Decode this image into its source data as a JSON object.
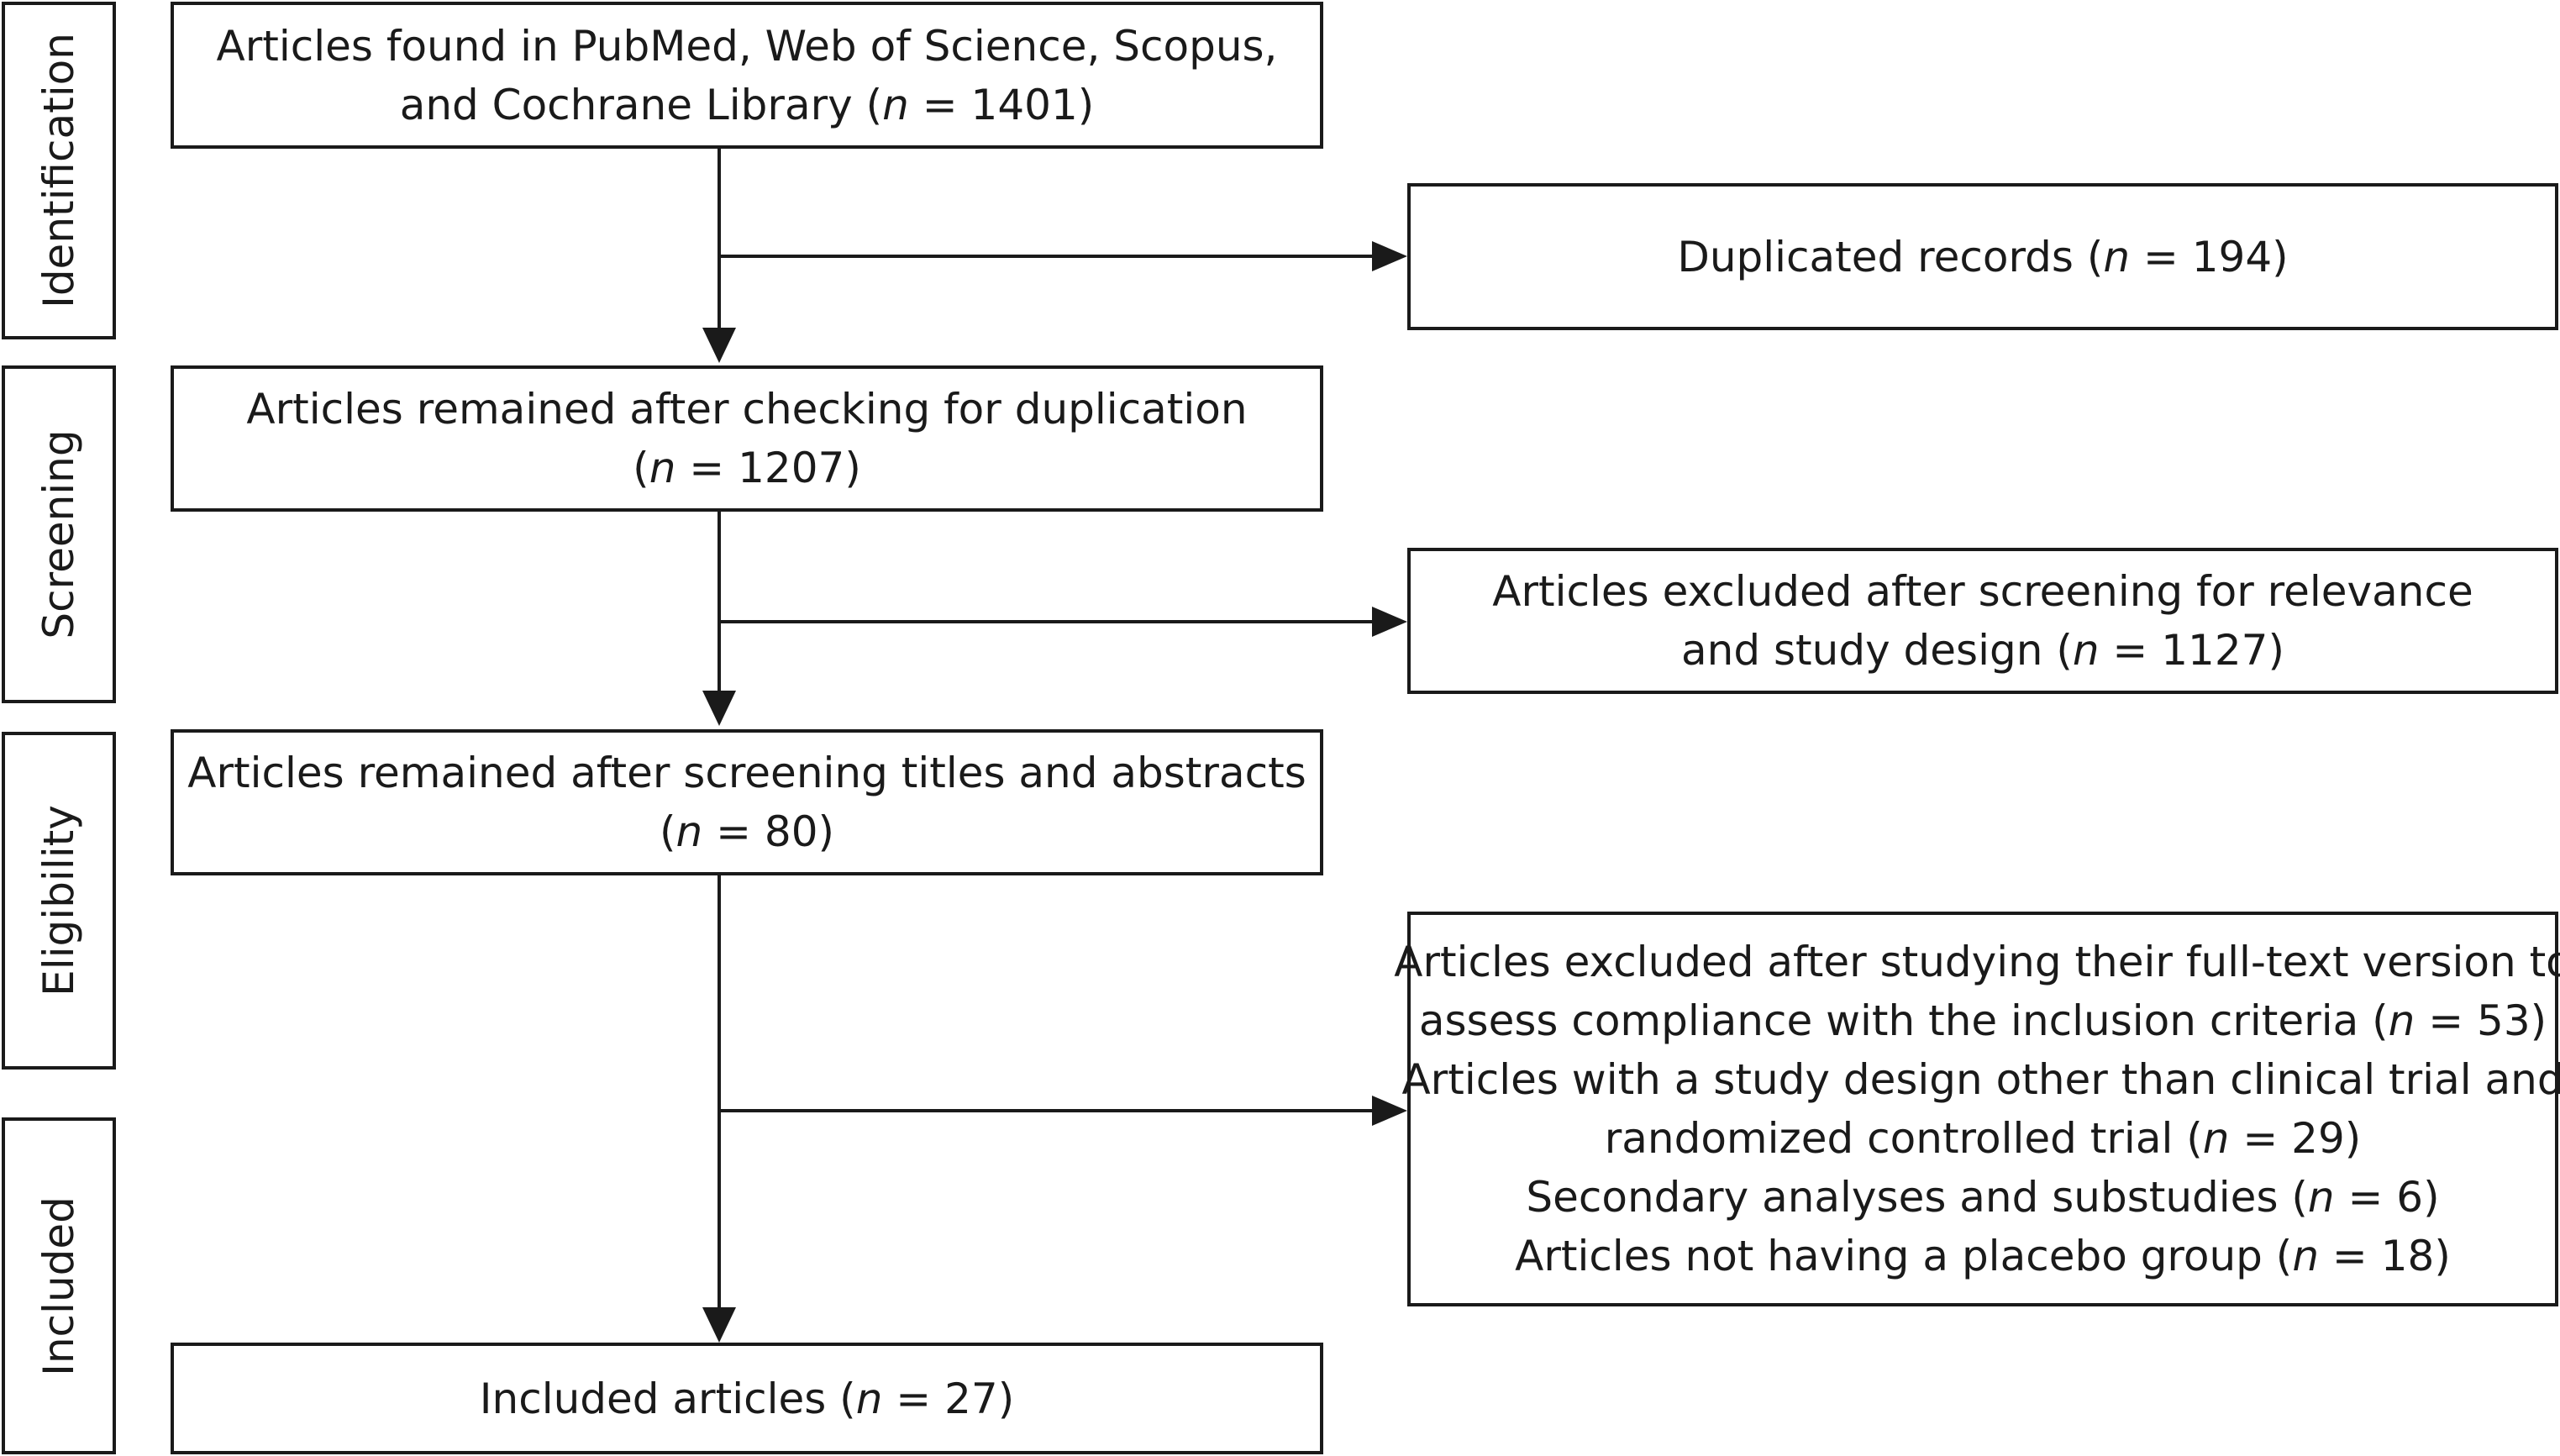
{
  "stages": {
    "identification": "Identification",
    "screening": "Screening",
    "eligibility": "Eligibility",
    "included": "Included"
  },
  "flow": {
    "identified": {
      "line1": "Articles found in PubMed, Web of Science, Scopus,",
      "line2_pre": "and Cochrane Library (",
      "n_symbol": "n",
      "line2_post": " = 1401)"
    },
    "after_duplication": {
      "line1": "Articles remained after checking for duplication",
      "line2_pre": "(",
      "n_symbol": "n",
      "line2_post": " = 1207)"
    },
    "after_screening": {
      "line1": "Articles remained after screening titles and abstracts",
      "line2_pre": "(",
      "n_symbol": "n",
      "line2_post": " = 80)"
    },
    "included": {
      "line1_pre": "Included articles (",
      "n_symbol": "n",
      "line1_post": " = 27)"
    }
  },
  "exclusions": {
    "duplicates": {
      "line1_pre": "Duplicated records (",
      "n_symbol": "n",
      "line1_post": " = 194)"
    },
    "screening_excluded": {
      "line1": "Articles excluded after screening for relevance",
      "line2_pre": "and study design (",
      "n_symbol": "n",
      "line2_post": " = 1127)"
    },
    "fulltext_excluded": {
      "line1": "Articles excluded after studying their full-text version to",
      "line2_pre": "assess compliance with the inclusion criteria (",
      "n_symbol": "n",
      "line2_post": " = 53)",
      "line3": "Articles with a study design other than clinical trial and",
      "line4_pre": "randomized controlled trial (",
      "line4_post": " = 29)",
      "line5_pre": "Secondary analyses and substudies (",
      "line5_post": " = 6)",
      "line6_pre": "Articles not having a placebo group (",
      "line6_post": " = 18)"
    }
  }
}
